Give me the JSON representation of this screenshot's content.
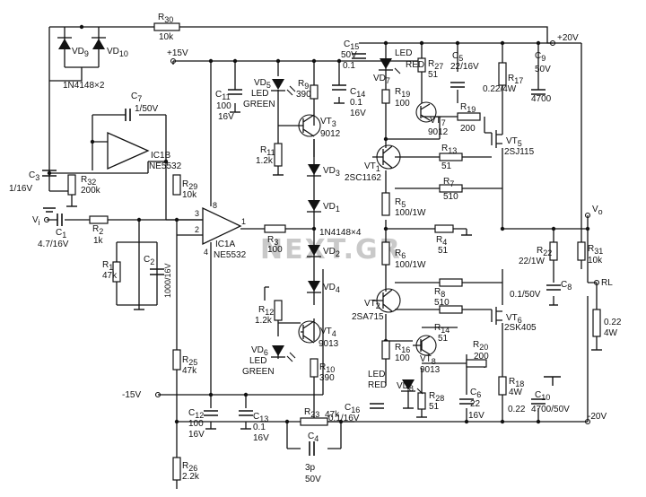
{
  "supply": {
    "pos15": "+15V",
    "neg15": "-15V",
    "pos20": "+20V",
    "neg20": "-20V"
  },
  "io": {
    "vin": "V",
    "vin_sub": "i",
    "vout": "V",
    "vout_sub": "o",
    "rl": "RL"
  },
  "opamps": {
    "ic1b_name": "IC1B",
    "ic1b_part": "NE5532",
    "ic1a_name": "IC1A",
    "ic1a_part": "NE5532",
    "pin8": "8",
    "pin4": "4",
    "pin1": "1",
    "pin2": "2",
    "pin3": "3"
  },
  "diodes": {
    "vd9": "VD",
    "vd9_sub": "9",
    "vd10": "VD",
    "vd10_sub": "10",
    "pair_part": "1N4148×2",
    "vd3": "VD",
    "vd3_sub": "3",
    "vd1": "VD",
    "vd1_sub": "1",
    "vd2": "VD",
    "vd2_sub": "2",
    "vd4": "VD",
    "vd4_sub": "4",
    "chain_part": "1N4148×4",
    "vd5": "VD",
    "vd5_sub": "5",
    "vd5_type": "LED",
    "vd5_color": "GREEN",
    "vd6": "VD",
    "vd6_sub": "6",
    "vd6_type": "LED",
    "vd6_color": "GREEN",
    "vd7": "VD",
    "vd7_sub": "7",
    "vd7_type": "LED",
    "vd7_color": "RED",
    "vd8": "VD",
    "vd8_sub": "8",
    "vd8_type": "LED",
    "vd8_color": "RED"
  },
  "transistors": {
    "vt1": "VT",
    "vt1_sub": "1",
    "vt1_part": "2SC1162",
    "vt2": "VT",
    "vt2_sub": "2",
    "vt2_part": "2SA715",
    "vt3": "VT",
    "vt3_sub": "3",
    "vt3_part": "9012",
    "vt4": "VT",
    "vt4_sub": "4",
    "vt4_part": "9013",
    "vt5": "VT",
    "vt5_sub": "5",
    "vt5_part": "2SJ115",
    "vt6": "VT",
    "vt6_sub": "6",
    "vt6_part": "2SK405",
    "vt7": "VT",
    "vt7_sub": "7",
    "vt7_part": "9012",
    "vt8": "VT",
    "vt8_sub": "8",
    "vt8_part": "9013"
  },
  "resistors": {
    "r30": "R",
    "r30_sub": "30",
    "r30_val": "10k",
    "r32": "R",
    "r32_sub": "32",
    "r32_val": "200k",
    "r29": "R",
    "r29_sub": "29",
    "r29_val": "10k",
    "r2": "R",
    "r2_sub": "2",
    "r2_val": "1k",
    "r1": "R",
    "r1_sub": "1",
    "r1_val": "47k",
    "r25": "R",
    "r25_sub": "25",
    "r25_val": "47k",
    "r26": "R",
    "r26_sub": "26",
    "r26_val": "2.2k",
    "r3": "R",
    "r3_sub": "3",
    "r3_val": "100",
    "r9": "R",
    "r9_sub": "9",
    "r9_val": "390",
    "r11": "R",
    "r11_sub": "11",
    "r11_val": "1.2k",
    "r12": "R",
    "r12_sub": "12",
    "r12_val": "1.2k",
    "r10": "R",
    "r10_sub": "10",
    "r10_val": "390",
    "r23": "R",
    "r23_sub": "23",
    "r23_val": "47k",
    "r19a": "R",
    "r19a_sub": "19",
    "r19a_val": "100",
    "r27": "R",
    "r27_sub": "27",
    "r27_val": "51",
    "r19b": "R",
    "r19b_sub": "19",
    "r19b_val": "200",
    "r17": "R",
    "r17_sub": "17",
    "r17_val": "0.22/4W",
    "r13": "R",
    "r13_sub": "13",
    "r13_val": "51",
    "r7": "R",
    "r7_sub": "7",
    "r7_val": "510",
    "r5": "R",
    "r5_sub": "5",
    "r5_val": "100/1W",
    "r4": "R",
    "r4_sub": "4",
    "r4_val": "51",
    "r6": "R",
    "r6_sub": "6",
    "r6_val": "100/1W",
    "r8": "R",
    "r8_sub": "8",
    "r8_val": "510",
    "r14": "R",
    "r14_sub": "14",
    "r14_val": "51",
    "r16": "R",
    "r16_sub": "16",
    "r16_val": "100",
    "r28": "R",
    "r28_sub": "28",
    "r28_val": "51",
    "r20": "R",
    "r20_sub": "20",
    "r20_val": "200",
    "r18": "R",
    "r18_sub": "18",
    "r18_val": "4W",
    "r18_extra": "0.22",
    "r22": "R",
    "r22_sub": "22",
    "r22_val": "22/1W",
    "r31": "R",
    "r31_sub": "31",
    "r31_val": "10k",
    "rload_val1": "0.22",
    "rload_val2": "4W"
  },
  "capacitors": {
    "c7": "C",
    "c7_sub": "7",
    "c7_val": "1/50V",
    "c3": "C",
    "c3_sub": "3",
    "c3_val": "1/16V",
    "c1": "C",
    "c1_sub": "1",
    "c1_val": "4.7/16V",
    "c2": "C",
    "c2_sub": "2",
    "c2_val": "1000/16V",
    "c11": "C",
    "c11_sub": "11",
    "c11_val1": "100",
    "c11_val2": "16V",
    "c14": "C",
    "c14_sub": "14",
    "c14_val1": "0.1",
    "c14_val2": "16V",
    "c15": "C",
    "c15_sub": "15",
    "c15_val1": "50V",
    "c15_val2": "0.1",
    "c5": "C",
    "c5_sub": "5",
    "c5_val": "22/16V",
    "c9": "C",
    "c9_sub": "9",
    "c9_val1": "50V",
    "c9_val2": "4700",
    "c12": "C",
    "c12_sub": "12",
    "c12_val1": "100",
    "c12_val2": "16V",
    "c13": "C",
    "c13_sub": "13",
    "c13_val1": "0.1",
    "c13_val2": "16V",
    "c4": "C",
    "c4_sub": "4",
    "c4_val1": "3p",
    "c4_val2": "50V",
    "c16": "C",
    "c16_sub": "16",
    "c16_val": "0.1/16V",
    "c6": "C",
    "c6_sub": "6",
    "c6_val1": "22",
    "c6_val2": "16V",
    "c10": "C",
    "c10_sub": "10",
    "c10_val": "4700/50V",
    "c8": "C",
    "c8_sub": "8",
    "c8_val": "0.1/50V"
  },
  "watermark": "NEXT.GR"
}
